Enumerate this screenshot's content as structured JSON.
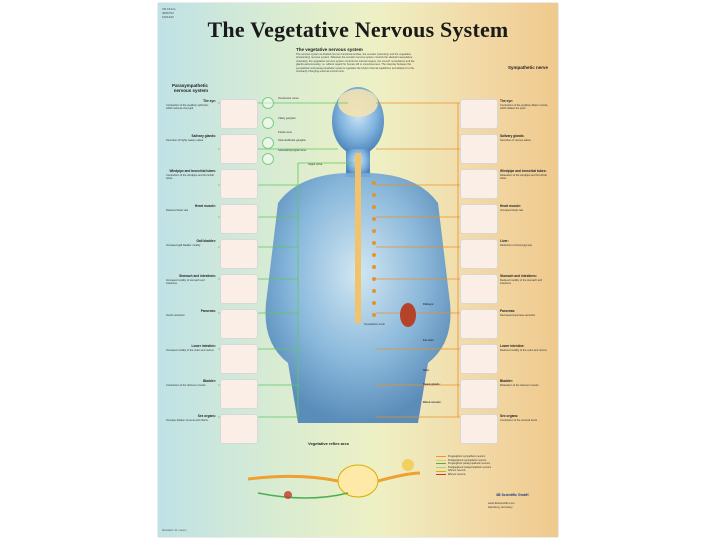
{
  "poster": {
    "title": "The Vegetative Nervous System",
    "meta_lines": [
      "VR 1614 L",
      "4006794",
      "1001492"
    ],
    "subheading": "The vegetative nervous system",
    "intro_text": "The nervous system is divided into two functional entities, the somatic (voluntary) and the vegetative (involuntary) nervous system. Whereas the somatic nervous system controls the skeletal musculature voluntarily, the vegetative nervous system controls the internal organs, the smooth musculature and the glands autonomously, i.e. without regard for human will or consciousness. The interplay between the sympathetic and parasympathetic systems regulates the body's internal equilibrium and adapts it to the constantly changing external environment.",
    "left_column_heading": "Parasympathetic nervous system",
    "right_column_heading": "Sympathetic nerve",
    "left_organs": [
      {
        "label": "The eye:",
        "desc": "Contraction of the pupillary sphincter, which reduces the pupil"
      },
      {
        "label": "Salivary glands:",
        "desc": "Secretion of highly watery saliva"
      },
      {
        "label": "Windpipe and bronchial tubes:",
        "desc": "Contraction of the windpipe and bronchial tubes"
      },
      {
        "label": "Heart muscle:",
        "desc": "Reduced heart rate"
      },
      {
        "label": "Gall bladder:",
        "desc": "Increased gall bladder motility"
      },
      {
        "label": "Stomach and intestines:",
        "desc": "Increased motility of stomach and intestines"
      },
      {
        "label": "Pancreas:",
        "desc": "Insulin secretion"
      },
      {
        "label": "Lower intestine:",
        "desc": "Increased motility of the colon and rectum"
      },
      {
        "label": "Bladder:",
        "desc": "Contraction of the detrusor muscle"
      },
      {
        "label": "Sex organs:",
        "desc": "Increase dilation of penis and clitoris"
      }
    ],
    "right_organs": [
      {
        "label": "The eye:",
        "desc": "Contraction of the pupillary dilator muscle, which dilates the pupil"
      },
      {
        "label": "Salivary glands:",
        "desc": "Secretion of viscous saliva"
      },
      {
        "label": "Windpipe and bronchial tubes:",
        "desc": "Relaxation of the windpipe and bronchial tubes"
      },
      {
        "label": "Heart muscle:",
        "desc": "Increased heart rate"
      },
      {
        "label": "Liver:",
        "desc": "Reduction of stored glycose"
      },
      {
        "label": "Stomach and intestines:",
        "desc": "Reduced motility of the stomach and intestines"
      },
      {
        "label": "Pancreas:",
        "desc": "Decreased pancreas secretion"
      },
      {
        "label": "Lower intestine:",
        "desc": "Reduced motility of the colon and rectum"
      },
      {
        "label": "Bladder:",
        "desc": "Relaxation of the detrusor muscle"
      },
      {
        "label": "Sex organs:",
        "desc": "Contraction of the seminal ducts"
      }
    ],
    "ganglion_labels": [
      "Oculomotor nerve",
      "Ciliary ganglion",
      "Facial nerve",
      "Submandibular ganglion",
      "Glossopharyngeal nerve",
      "Vagus nerve"
    ],
    "center_labels": [
      "Kidneys:",
      "Fat cells:",
      "Skin:",
      "Sweat glands:",
      "Blood vessels:",
      "Sympathetic trunk"
    ],
    "reflex_title": "Vegetative reflex arcs",
    "legend": [
      {
        "text": "Preganglionic sympathetic neurons",
        "color": "#e89a2a"
      },
      {
        "text": "Postganglionic sympathetic neurons",
        "color": "#f2c06b"
      },
      {
        "text": "Preganglionic parasympathetic neurons",
        "color": "#4caf50"
      },
      {
        "text": "Postganglionic parasympathetic neurons",
        "color": "#9ad68f"
      },
      {
        "text": "Afferent neurons",
        "color": "#d9b000"
      },
      {
        "text": "Efferent neurons",
        "color": "#c0392b"
      }
    ],
    "brand": "3B Scientific GmbH",
    "footer_left": "Illustration: Dr. Lauren",
    "footer_right_lines": [
      "www.3bscientific.com",
      "Hamburg, Germany"
    ]
  },
  "colors": {
    "parasympathetic": "#5cc95c",
    "sympathetic": "#e8922a",
    "body": "#6fa8d8"
  }
}
